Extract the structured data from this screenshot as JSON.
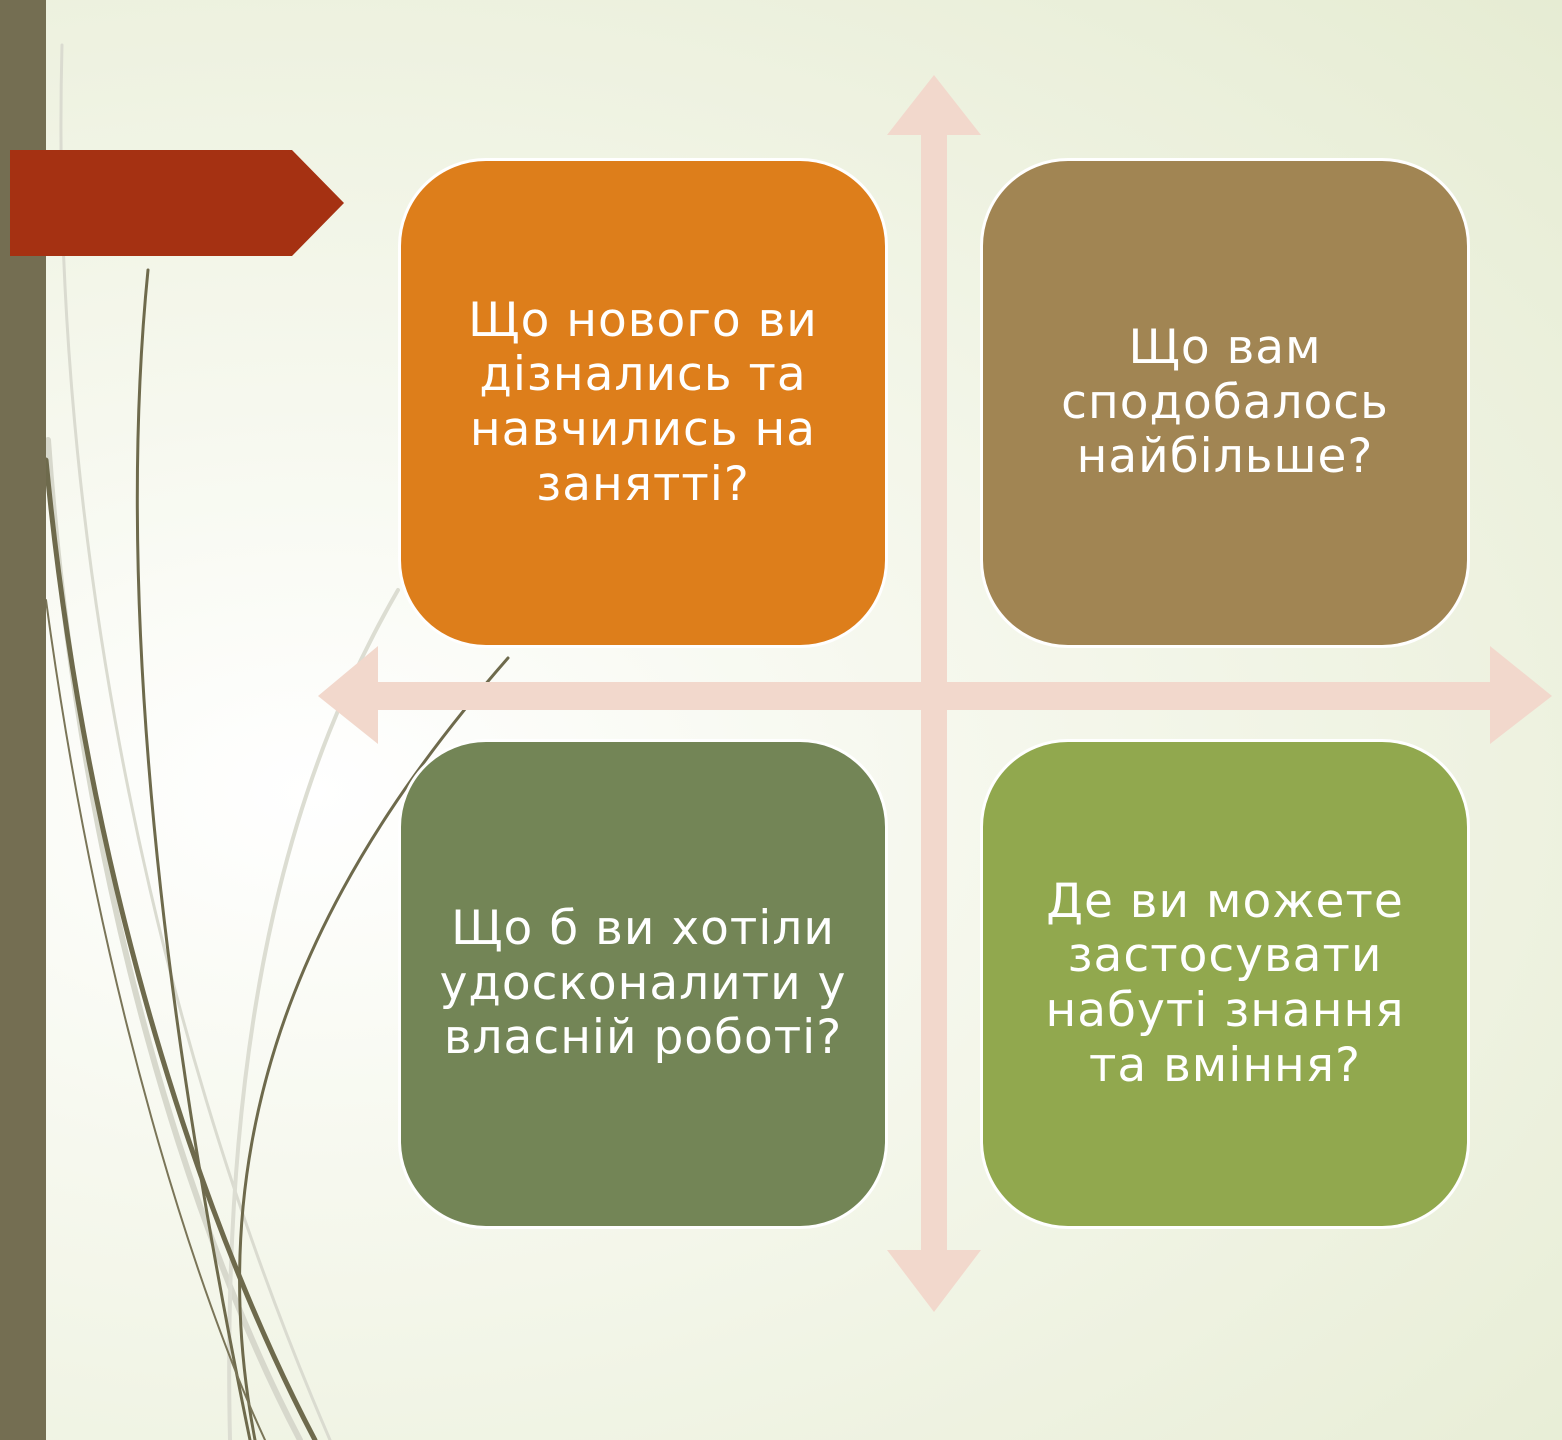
{
  "diagram": {
    "quadrants": {
      "top_left": "Що нового ви дізнались та навчились на занятті?",
      "top_right": "Що вам сподобалось найбільше?",
      "bottom_left": "Що б ви хотіли удосконалити у власній роботі?",
      "bottom_right": "Де ви можете застосувати набуті знання та вміння?"
    }
  },
  "colors": {
    "side_bar": "#746e52",
    "banner": "#a53112",
    "axes": "#f2d8cc",
    "card_top_left": "#dd7e1b",
    "card_top_right": "#a18553",
    "card_bottom_left": "#738556",
    "card_bottom_right": "#91a84e"
  }
}
